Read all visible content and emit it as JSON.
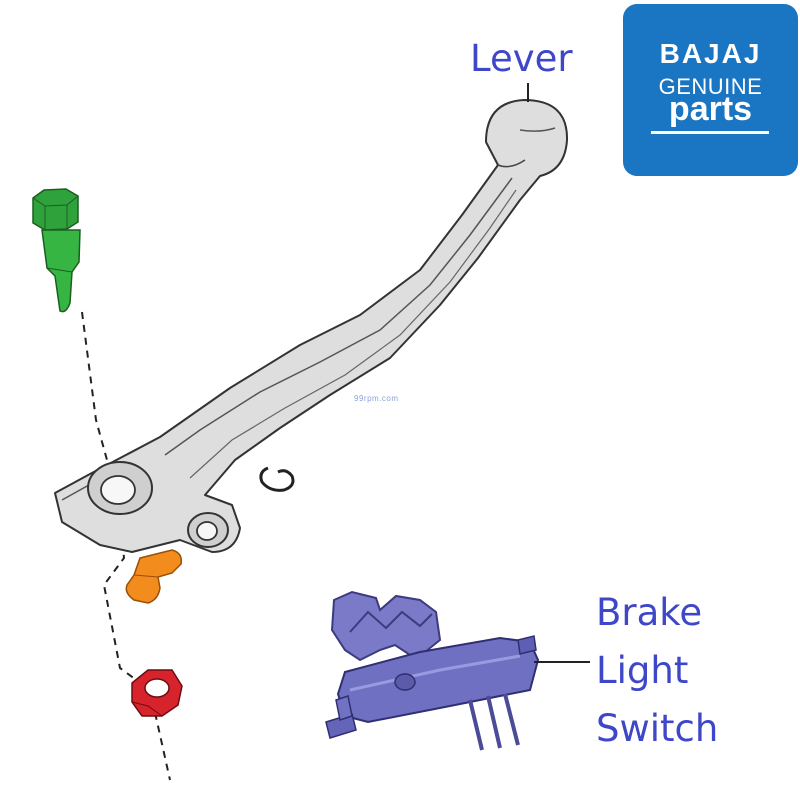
{
  "diagram": {
    "labels": {
      "lever": "Lever",
      "brake_light_switch": [
        "Brake",
        "Light",
        "Switch"
      ]
    },
    "logo": {
      "brand": "BAJAJ",
      "line2": "GENUINE",
      "line3": "parts"
    },
    "watermark": "99rpm.com",
    "colors": {
      "label_text": "#3f47c9",
      "logo_background": "#1a76c3",
      "lever_body": "#dcdcdc",
      "bolt": "#2f9e3a",
      "pivot_pin": "#f08a1c",
      "lock_nut": "#d9212b",
      "switch_body": "#6e6ec0"
    },
    "parts": [
      {
        "name": "lever",
        "icon": "brake-lever-icon"
      },
      {
        "name": "pivot-bolt",
        "icon": "green-bolt-icon"
      },
      {
        "name": "pivot-pin",
        "icon": "orange-pin-icon"
      },
      {
        "name": "lock-nut",
        "icon": "red-nut-icon"
      },
      {
        "name": "e-clip",
        "icon": "circlip-icon"
      },
      {
        "name": "brake-light-switch",
        "icon": "switch-icon"
      }
    ]
  }
}
